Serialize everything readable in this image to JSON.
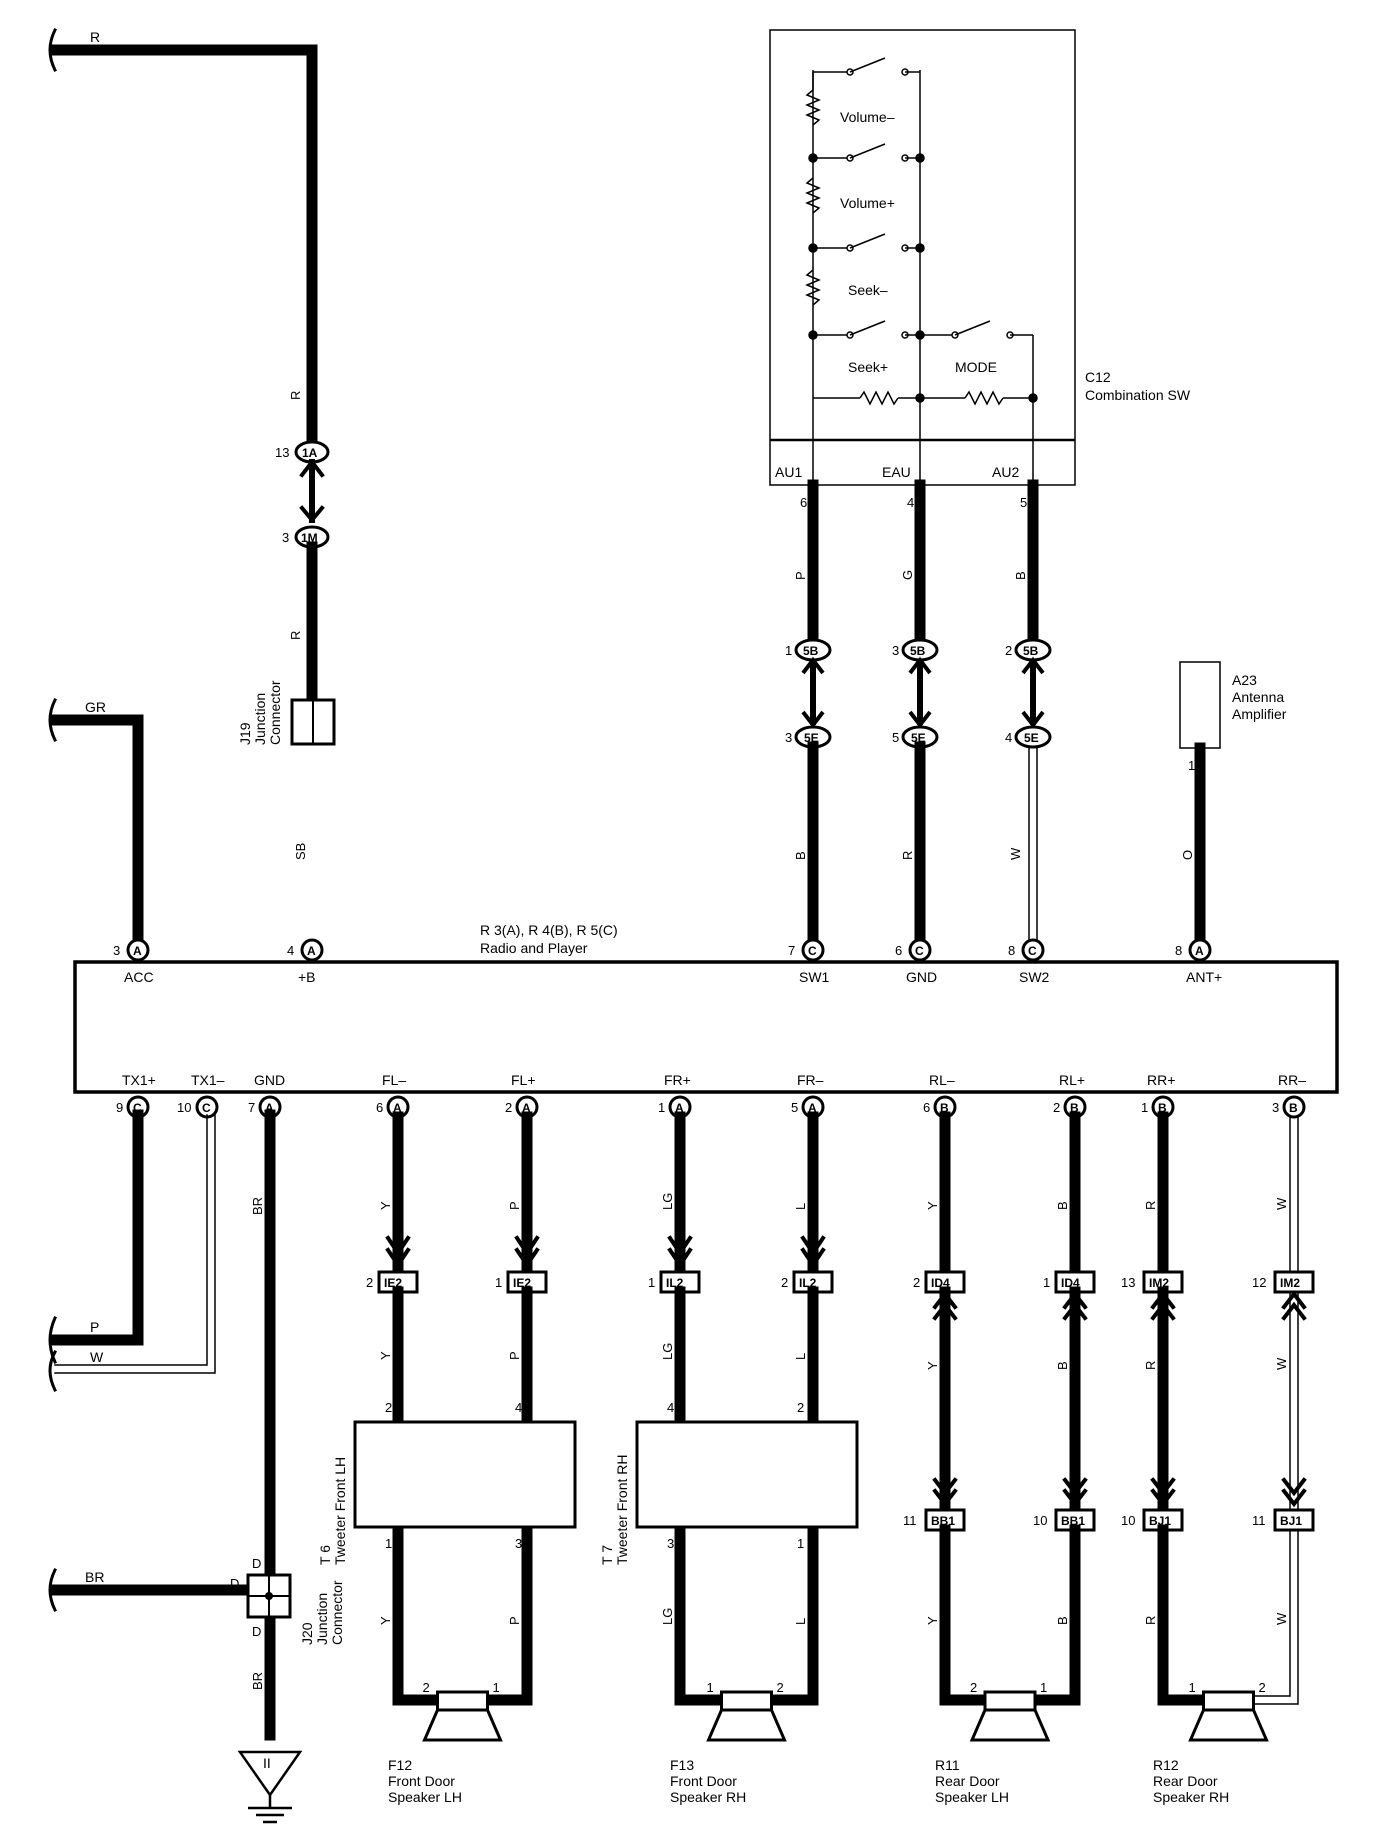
{
  "left_wires": {
    "r": "R",
    "gr": "GR",
    "p": "P",
    "w": "W",
    "br": "BR"
  },
  "j19": {
    "line1": "J19",
    "line2": "Junction",
    "line3": "Connector",
    "pin_1a": "13",
    "conn_1a": "1A",
    "pin_1m": "3",
    "conn_1m": "1M",
    "wire_top": "R",
    "wire_mid": "R",
    "wire_sb": "SB"
  },
  "combo_sw": {
    "code": "C12",
    "name": "Combination SW",
    "volume_minus": "Volume–",
    "volume_plus": "Volume+",
    "seek_minus": "Seek–",
    "seek_plus": "Seek+",
    "mode": "MODE",
    "au1": "AU1",
    "eau": "EAU",
    "au2": "AU2",
    "pin_au1": "6",
    "pin_eau": "4",
    "pin_au2": "5",
    "wire_au1": "P",
    "wire_eau": "G",
    "wire_au2": "B"
  },
  "conn_5b": {
    "label": "5B",
    "pin_a": "1",
    "pin_b": "3",
    "pin_c": "2"
  },
  "conn_5e": {
    "label": "5E",
    "pin_a": "3",
    "pin_b": "5",
    "pin_c": "4"
  },
  "lower_wires_sw": {
    "a": "B",
    "b": "R",
    "c": "W"
  },
  "antenna": {
    "code": "A23",
    "line2": "Antenna",
    "line3": "Amplifier",
    "pin": "1",
    "wire": "O"
  },
  "radio": {
    "code": "R 3(A), R 4(B), R 5(C)",
    "name": "Radio and Player",
    "top_pins": [
      {
        "num": "3",
        "conn": "A",
        "label": "ACC"
      },
      {
        "num": "4",
        "conn": "A",
        "label": "+B"
      },
      {
        "num": "7",
        "conn": "C",
        "label": "SW1"
      },
      {
        "num": "6",
        "conn": "C",
        "label": "GND"
      },
      {
        "num": "8",
        "conn": "C",
        "label": "SW2"
      },
      {
        "num": "8",
        "conn": "A",
        "label": "ANT+"
      }
    ],
    "bottom_pins": [
      {
        "num": "9",
        "conn": "C",
        "label": "TX1+"
      },
      {
        "num": "10",
        "conn": "C",
        "label": "TX1–"
      },
      {
        "num": "7",
        "conn": "A",
        "label": "GND"
      },
      {
        "num": "6",
        "conn": "A",
        "label": "FL–"
      },
      {
        "num": "2",
        "conn": "A",
        "label": "FL+"
      },
      {
        "num": "1",
        "conn": "A",
        "label": "FR+"
      },
      {
        "num": "5",
        "conn": "A",
        "label": "FR–"
      },
      {
        "num": "6",
        "conn": "B",
        "label": "RL–"
      },
      {
        "num": "2",
        "conn": "B",
        "label": "RL+"
      },
      {
        "num": "1",
        "conn": "B",
        "label": "RR+"
      },
      {
        "num": "3",
        "conn": "B",
        "label": "RR–"
      }
    ]
  },
  "gnd": {
    "wire_top": "BR",
    "wire_bottom": "BR",
    "ground_label": "II"
  },
  "j20": {
    "line1": "J20",
    "line2": "Junction",
    "line3": "Connector",
    "pin_d1": "D",
    "pin_d2": "D",
    "pin_d3": "D"
  },
  "mid_connectors": [
    {
      "pin": "2",
      "label": "IE2",
      "wire_upper": "Y",
      "wire_lower": "Y"
    },
    {
      "pin": "1",
      "label": "IE2",
      "wire_upper": "P",
      "wire_lower": "P"
    },
    {
      "pin": "1",
      "label": "IL2",
      "wire_upper": "LG",
      "wire_lower": "LG"
    },
    {
      "pin": "2",
      "label": "IL2",
      "wire_upper": "L",
      "wire_lower": "L"
    },
    {
      "pin": "2",
      "label": "ID4",
      "wire_upper": "Y",
      "wire_lower": "Y"
    },
    {
      "pin": "1",
      "label": "ID4",
      "wire_upper": "B",
      "wire_lower": "B"
    },
    {
      "pin": "13",
      "label": "IM2",
      "wire_upper": "R",
      "wire_lower": "R"
    },
    {
      "pin": "12",
      "label": "IM2",
      "wire_upper": "W",
      "wire_lower": "W"
    }
  ],
  "rear_connectors": [
    {
      "pin": "11",
      "label": "BB1"
    },
    {
      "pin": "10",
      "label": "BB1"
    },
    {
      "pin": "10",
      "label": "BJ1"
    },
    {
      "pin": "11",
      "label": "BJ1"
    }
  ],
  "tweeters": [
    {
      "code": "T 6",
      "name": "Tweeter Front LH",
      "pin_tl": "2",
      "pin_tr": "4",
      "pin_bl": "1",
      "pin_br": "3"
    },
    {
      "code": "T 7",
      "name": "Tweeter Front RH",
      "pin_tl": "4",
      "pin_tr": "2",
      "pin_bl": "3",
      "pin_br": "1"
    }
  ],
  "speaker_wires": {
    "fl1": "Y",
    "fl2": "P",
    "fr1": "LG",
    "fr2": "L",
    "rl1": "Y",
    "rl2": "B",
    "rr1": "R",
    "rr2": "W"
  },
  "speakers": [
    {
      "code": "F12",
      "line2": "Front Door",
      "line3": "Speaker LH",
      "pin_l": "2",
      "pin_r": "1"
    },
    {
      "code": "F13",
      "line2": "Front Door",
      "line3": "Speaker RH",
      "pin_l": "1",
      "pin_r": "2"
    },
    {
      "code": "R11",
      "line2": "Rear Door",
      "line3": "Speaker LH",
      "pin_l": "2",
      "pin_r": "1"
    },
    {
      "code": "R12",
      "line2": "Rear Door",
      "line3": "Speaker RH",
      "pin_l": "1",
      "pin_r": "2"
    }
  ]
}
